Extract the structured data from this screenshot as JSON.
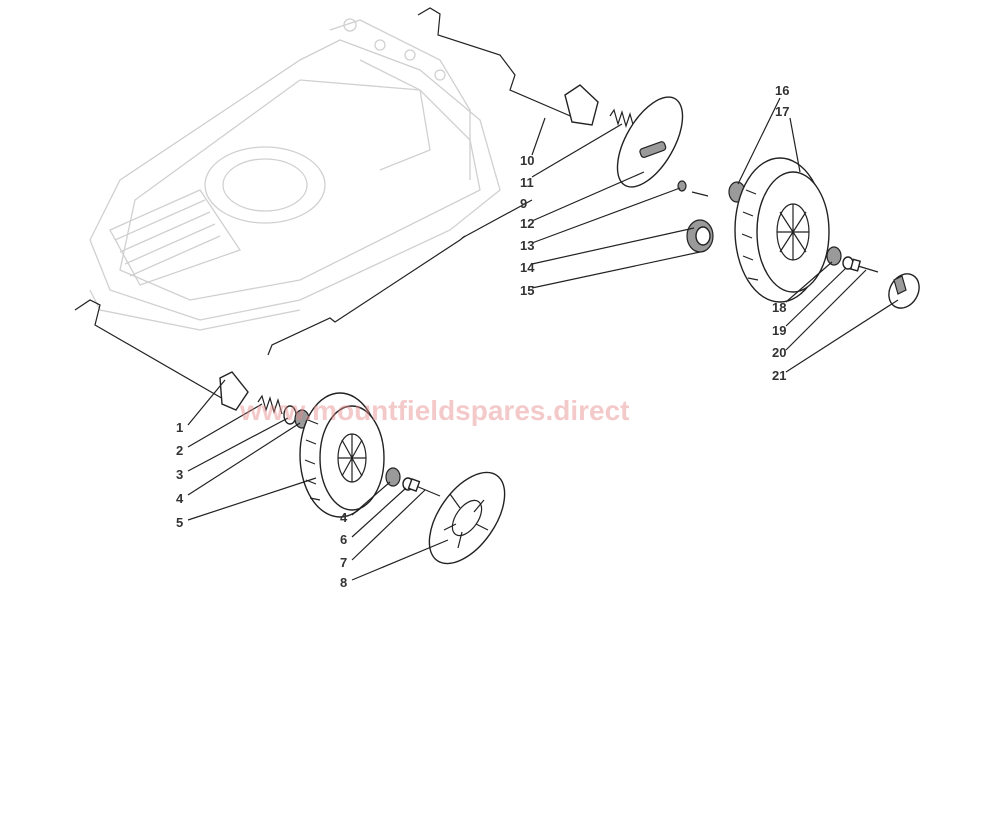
{
  "watermark": "www.mountfieldspares.direct",
  "labels": {
    "l1": "1",
    "l2": "2",
    "l3": "3",
    "l4a": "4",
    "l5": "5",
    "l4b": "4",
    "l6": "6",
    "l7": "7",
    "l8": "8",
    "l9": "9",
    "l10": "10",
    "l11": "11",
    "l12": "12",
    "l13": "13",
    "l14": "14",
    "l15": "15",
    "l16": "16",
    "l17": "17",
    "l18": "18",
    "l19": "19",
    "l20": "20",
    "l21": "21"
  }
}
